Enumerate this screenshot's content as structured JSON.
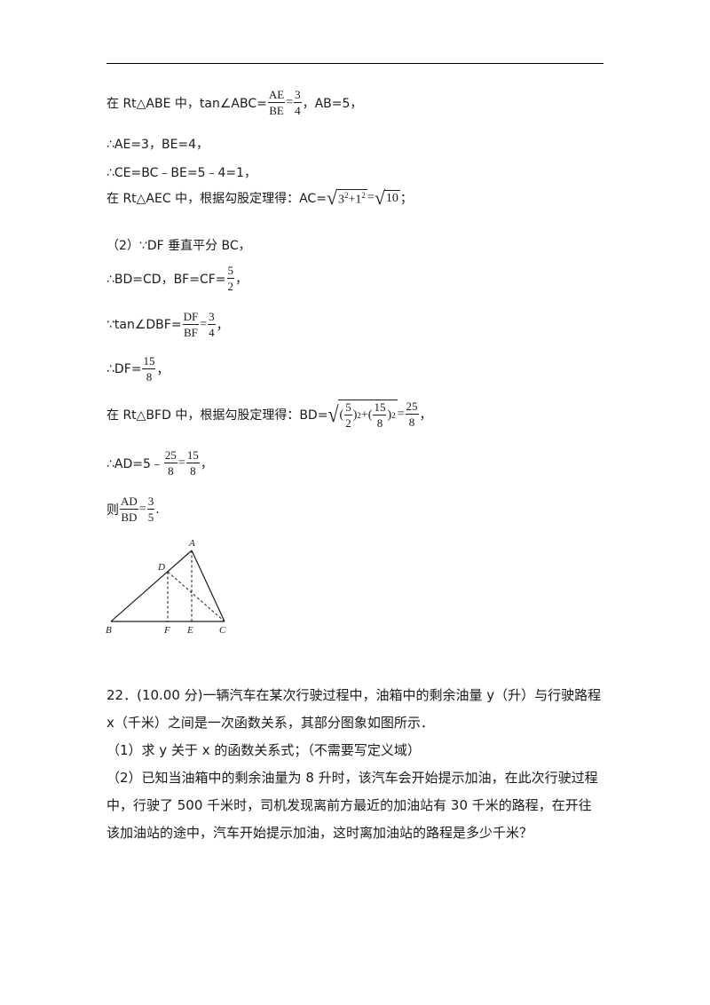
{
  "solution": {
    "l1": {
      "pre": "在 Rt△ABE 中，tan∠ABC=",
      "f_num": "AE",
      "f_den": "BE",
      "eq": "=",
      "v_num": "3",
      "v_den": "4",
      "post": "，AB=5，"
    },
    "l2": "∴AE=3，BE=4，",
    "l3": "∴CE=BC﹣BE=5﹣4=1，",
    "l4": {
      "pre": "在 Rt△AEC 中，根据勾股定理得：AC=",
      "base1": "3",
      "exp1": "2",
      "plus": "+",
      "base2": "1",
      "exp2": "2",
      "eq": "=",
      "root2": "10",
      "post": "；"
    },
    "l5": "（2）∵DF 垂直平分 BC，",
    "l6": {
      "pre": "∴BD=CD，BF=CF=",
      "num": "5",
      "den": "2",
      "post": "，"
    },
    "l7": {
      "pre": "∵tan∠DBF=",
      "f_num": "DF",
      "f_den": "BF",
      "eq": "=",
      "v_num": "3",
      "v_den": "4",
      "post": "，"
    },
    "l8": {
      "pre": "∴DF=",
      "num": "15",
      "den": "8",
      "post": "，"
    },
    "l9": {
      "pre": "在 Rt△BFD 中，根据勾股定理得：BD=",
      "lp1": "(",
      "n1": "5",
      "d1": "2",
      "rp1": ")",
      "e1": "2",
      "plus": "+",
      "lp2": "(",
      "n2": "15",
      "d2": "8",
      "rp2": ")",
      "e2": "2",
      "eq": "=",
      "rn": "25",
      "rd": "8",
      "post": "，"
    },
    "l10": {
      "pre": "∴AD=5﹣",
      "n1": "25",
      "d1": "8",
      "eq": "=",
      "n2": "15",
      "d2": "8",
      "post": "，"
    },
    "l11": {
      "pre": "则",
      "f_num": "AD",
      "f_den": "BD",
      "eq": "=",
      "v_num": "3",
      "v_den": "5",
      "post": "."
    }
  },
  "figure": {
    "labels": {
      "A": "A",
      "B": "B",
      "C": "C",
      "D": "D",
      "E": "E",
      "F": "F"
    }
  },
  "question22": {
    "p1": "22．(10.00 分)一辆汽车在某次行驶过程中，油箱中的剩余油量 y（升）与行驶路程 x（千米）之间是一次函数关系，其部分图象如图所示．",
    "p2": "（1）求 y 关于 x 的函数关系式；（不需要写定义域）",
    "p3": "（2）已知当油箱中的剩余油量为 8 升时，该汽车会开始提示加油，在此次行驶过程中，行驶了 500 千米时，司机发现离前方最近的加油站有 30 千米的路程，在开往该加油站的途中，汽车开始提示加油，这时离加油站的路程是多少千米？"
  }
}
